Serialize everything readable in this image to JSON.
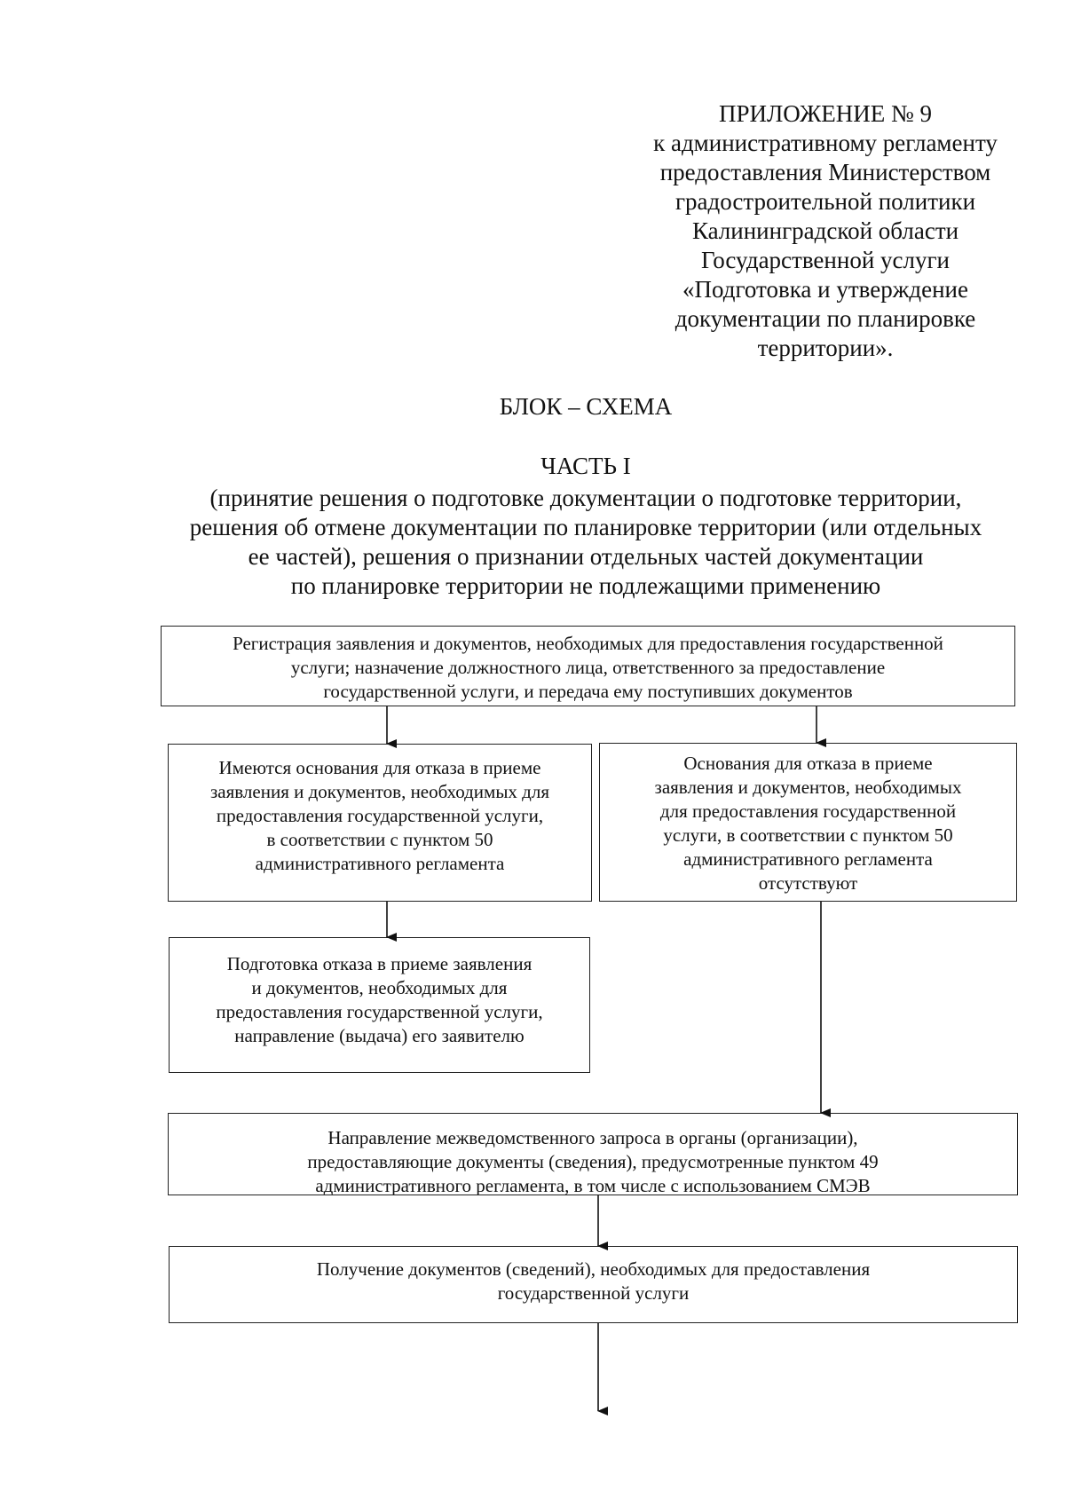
{
  "appendix": {
    "lines": [
      "ПРИЛОЖЕНИЕ № 9",
      "к административному регламенту",
      "предоставления Министерством",
      "градостроительной политики",
      "Калининградской области",
      "Государственной услуги",
      "«Подготовка и утверждение",
      "документации по планировке",
      "территории»."
    ]
  },
  "block_title": "БЛОК – СХЕМА",
  "part": {
    "title": "ЧАСТЬ I",
    "description_lines": [
      "(принятие решения о подготовке документации о подготовке территории,",
      "решения об отмене документации по планировке территории (или отдельных",
      "ее частей), решения о признании отдельных частей документации",
      "по планировке территории не подлежащими применению"
    ]
  },
  "flowchart": {
    "registration": [
      "Регистрация заявления и документов, необходимых для предоставления государственной",
      "услуги; назначение должностного лица, ответственного за предоставление",
      "государственной услуги, и передача ему поступивших документов"
    ],
    "refusal_grounds": [
      "Имеются основания для отказа в приеме",
      "заявления и документов, необходимых для",
      "предоставления государственной услуги,",
      "в соответствии с пунктом 50",
      "административного регламента"
    ],
    "no_grounds": [
      "Основания для отказа в приеме",
      "заявления и документов, необходимых",
      "для предоставления государственной",
      "услуги, в соответствии  с пунктом 50",
      "административного регламента",
      "отсутствуют"
    ],
    "refusal_prep": [
      "Подготовка отказа в приеме заявления",
      "и документов, необходимых для",
      "предоставления государственной услуги,",
      "направление (выдача) его заявителю"
    ],
    "interagency_request": [
      "Направление межведомственного запроса в органы (организации),",
      "предоставляющие документы (сведения), предусмотренные пунктом 49",
      "административного регламента, в том числе с использованием СМЭВ"
    ],
    "receive_documents": [
      "Получение документов (сведений), необходимых для предоставления",
      "государственной услуги"
    ]
  }
}
